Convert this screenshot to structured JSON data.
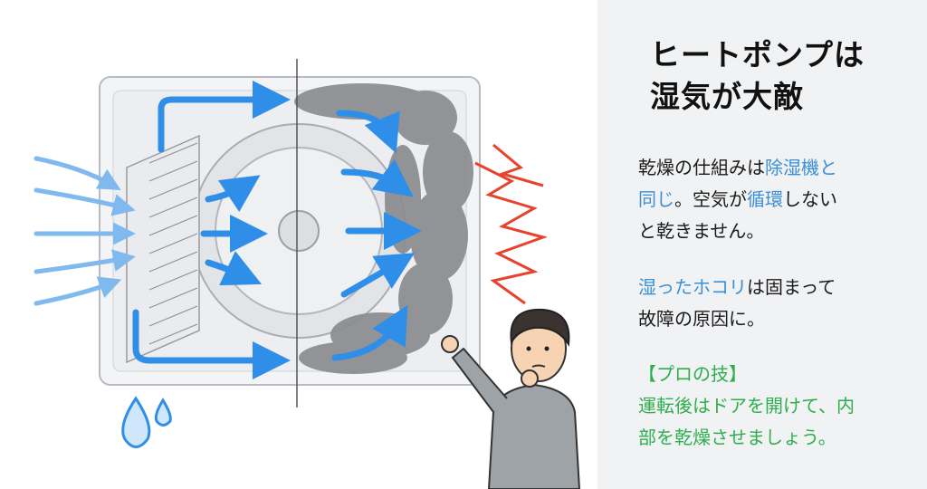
{
  "title": {
    "line1": "ヒートポンプは",
    "line2": "湿気が大敵"
  },
  "paragraph1": {
    "s1": "乾燥の仕組みは",
    "s2": "除湿機と",
    "s3": "同じ",
    "s4": "。空気が",
    "s5": "循環",
    "s6": "しない",
    "s7": "と乾きません。"
  },
  "paragraph2": {
    "s1": "湿ったホコリ",
    "s2": "は固まって",
    "s3": "故障の原因に。"
  },
  "paragraph3": {
    "heading": "【プロの技】",
    "line1": "運転後はドアを開けて、内",
    "line2": "部を乾燥させましょう。"
  },
  "colors": {
    "accent_blue": "#3a8fd6",
    "accent_green": "#2fae4e",
    "warning_red": "#e8412c",
    "panel_bg": "#f1f2f4"
  }
}
